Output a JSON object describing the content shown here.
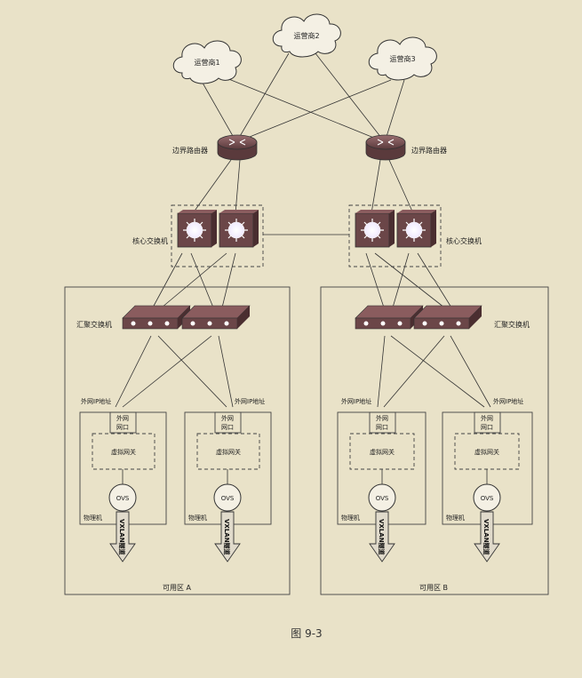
{
  "carriers": [
    "运营商1",
    "运营商2",
    "运营商3"
  ],
  "routers": [
    "边界路由器",
    "边界路由器"
  ],
  "core_switch_label": "核心交换机",
  "agg_switch_label": "汇聚交换机",
  "public_ip_label": "外网IP地址",
  "public_port_label": [
    "外网",
    "网口"
  ],
  "vgw_label": "虚拟网关",
  "ovs_label": "OVS",
  "physical_label": "物理机",
  "vxlan_label": "VXLAN隧道",
  "zones": [
    "可用区 A",
    "可用区 B"
  ],
  "caption": "图 9-3",
  "colors": {
    "device": "#6b4648",
    "device_light": "#8a5c5e",
    "background": "#e9e2c8"
  }
}
